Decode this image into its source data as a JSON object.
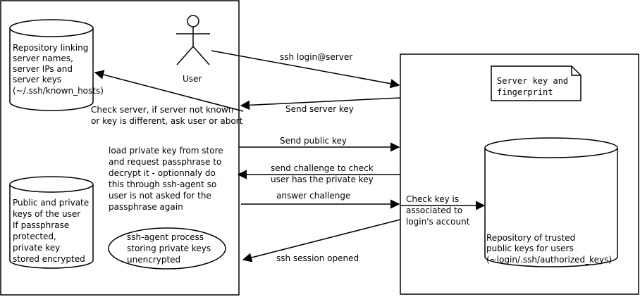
{
  "client_box": {
    "known_hosts_db": [
      "Repository linking",
      "server names,",
      "server IPs and",
      "server keys",
      "(~/.ssh/known_hosts)"
    ],
    "user_label": "User",
    "check_server_note": [
      "Check server, if server not known",
      "or key is different, ask user or abort"
    ],
    "load_key_note": [
      "load private key from store",
      "and request passphrase to",
      "decrypt it - optionnaly do",
      "this through ssh-agent so",
      "user is not asked for the",
      "passphrase again"
    ],
    "keys_db": [
      "Public and private",
      "keys of the user",
      "If passphrase",
      "protected,",
      "private key",
      "stored encrypted"
    ],
    "agent_process": [
      "ssh-agent process",
      "storing private keys",
      "unencrypted"
    ]
  },
  "server_box": {
    "server_key_note": [
      "Server key and",
      "fingerprint"
    ],
    "check_key_note": [
      "Check key is",
      "associated to",
      "login's account"
    ],
    "authorized_keys_db": [
      "Repository of trusted",
      "public keys for users",
      "(~login/.ssh/authorized_keys)"
    ]
  },
  "messages": {
    "login": "ssh login@server",
    "send_server_key": "Send server key",
    "send_public_key": "Send public key",
    "challenge": [
      "send challenge to check",
      "user has the private key"
    ],
    "answer": "answer challenge",
    "session": "ssh session opened"
  },
  "colors": {
    "line": "#000000",
    "background": "#ffffff"
  }
}
